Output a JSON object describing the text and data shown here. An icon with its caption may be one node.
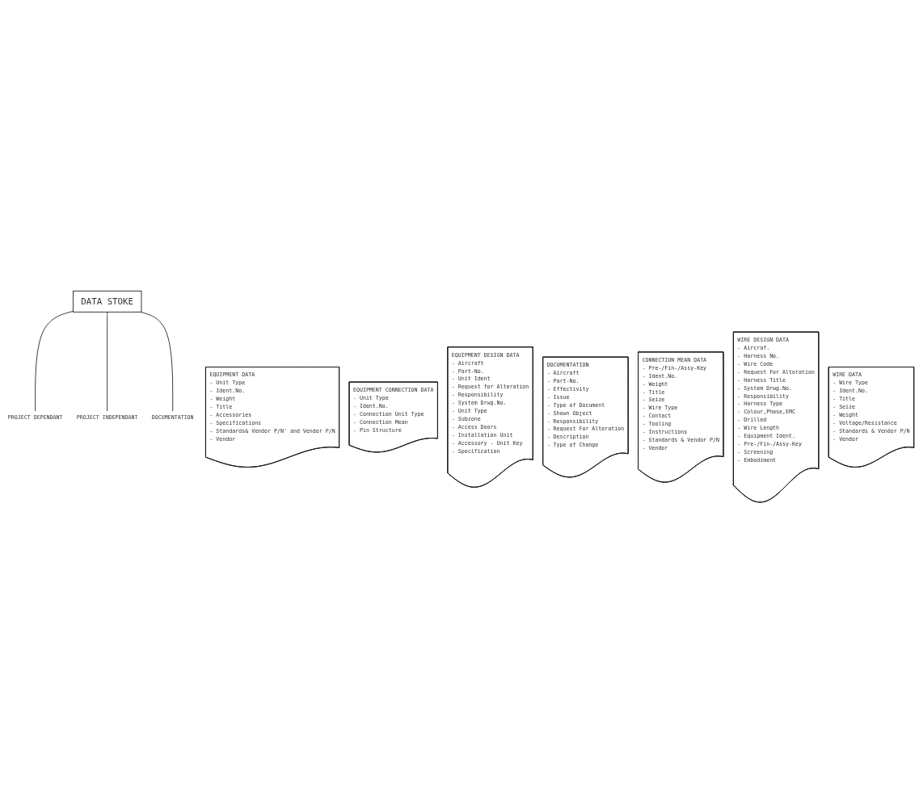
{
  "diagram": {
    "nodes": [
      {
        "text": [
          "DATA STOKE"
        ]
      },
      {
        "text": [
          "PROJECT DEPENDANT"
        ]
      },
      {
        "text": [
          "PROJECT INDEPENDANT"
        ]
      },
      {
        "text": [
          "DOCUMENTATION"
        ]
      },
      {
        "text": [
          "EQUIPMENT DATA",
          "- Unit Type",
          "- Ident.No.",
          "- Weight",
          "- Title",
          "- Accessories",
          "- Specifications",
          "- Standards& Vendor P/N' and Vendor P/N",
          "- Vendor"
        ]
      },
      {
        "text": [
          "EQUIPMENT CONNECTION DATA",
          "- Unit Type",
          "- Ident.No.",
          "- Connection Unit Type",
          "- Connection Mean",
          "- Pin Structure"
        ]
      },
      {
        "text": [
          "EQUIPMENT DESIGN DATA",
          "- Aircraft",
          "- Part-No.",
          "- Unit Ident",
          "- Request for Alteration",
          "- Responsibility",
          "- System Drwg.No.",
          "- Unit Type",
          "- Subzone",
          "- Access Doors",
          "- Installation Unit",
          "- Accessory - Unit Key",
          "- Specification"
        ]
      },
      {
        "text": [
          "DOCUMENTATION",
          "- Aircraft",
          "- Part-No.",
          "- Effectivity",
          "- Issue",
          "- Type of Document",
          "- Shown Object",
          "- Responsibility",
          "- Request For Alteration",
          "- Description",
          "- Type of Change"
        ]
      },
      {
        "text": [
          "CONNECTION MEAN DATA",
          "- Pre-/Fin-/Assy-Key",
          "- Ident.No.",
          "- Weight",
          "- Title",
          "- Seize",
          "- Wire Type",
          "- Contact",
          "- Tooling",
          "- Instructions",
          "- Standards & Vendor P/N",
          "- Vendor"
        ]
      },
      {
        "text": [
          "WIRE DESIGN DATA",
          "- Aircraf.",
          "- Harness No.",
          "- Wire Code",
          "- Request For Alteration",
          "- Harness Title",
          "- System Drwg.No.",
          "- Responsibility",
          "- Harness Type",
          "- Colour,Phase,EMC",
          "- Drilled",
          "- Wire Length",
          "- Equipment Ident.",
          "- Pre-/Fin-/Assy-Key",
          "- Screening",
          "- Embodiment"
        ]
      },
      {
        "text": [
          "WIRE DATA",
          "- Wire Type",
          "- Ident.No.",
          "- Title",
          "- Seize",
          "- Weight",
          "- Voltage/Resistance",
          "- Standards & Vendor P/N",
          "- Vendor"
        ]
      }
    ],
    "edges": [
      {
        "from": 1,
        "to": 0,
        "arrow": "none"
      },
      {
        "from": 2,
        "to": 0,
        "arrow": "none"
      },
      {
        "from": 3,
        "to": 0,
        "arrow": "none"
      }
    ]
  }
}
